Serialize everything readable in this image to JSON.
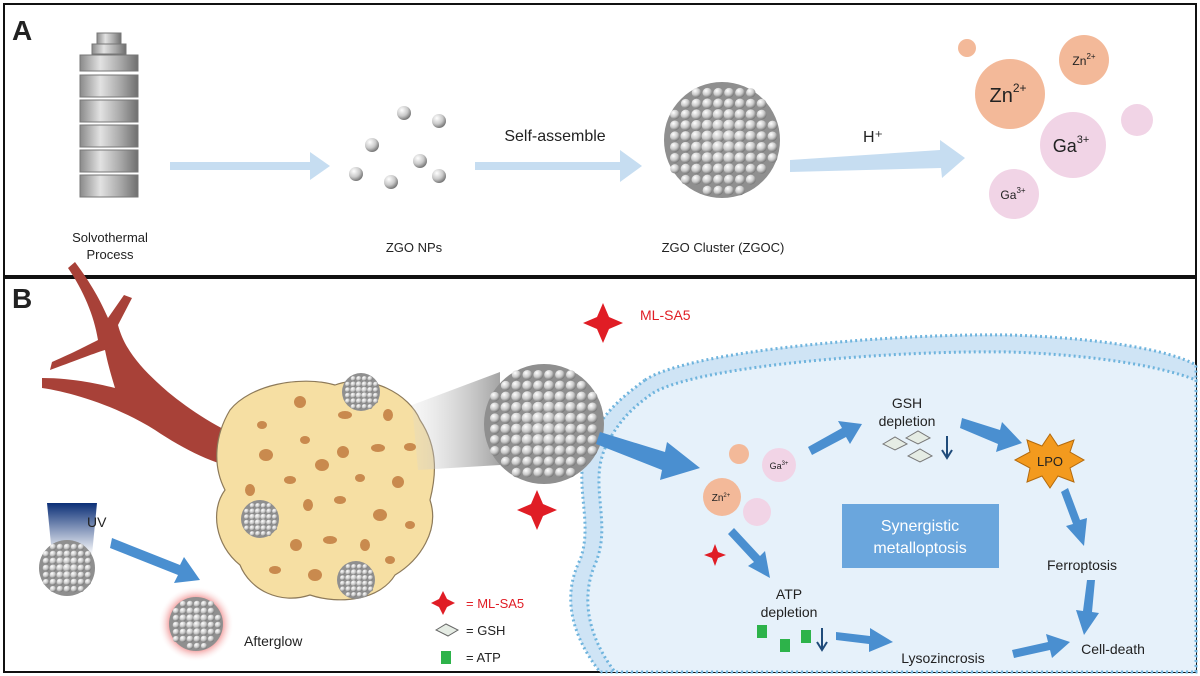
{
  "panel_a": {
    "letter": "A",
    "steps": [
      {
        "label_line1": "Solvothermal",
        "label_line2": "Process"
      },
      {
        "label_line1": "ZGO NPs"
      },
      {
        "label_line1": "ZGO Cluster (ZGOC)"
      }
    ],
    "arrow_labels": [
      "Self-assemble",
      "H⁺"
    ],
    "ions": [
      {
        "base": "Zn",
        "charge": "2+"
      },
      {
        "base": "Zn",
        "charge": "2+"
      },
      {
        "base": "Ga",
        "charge": "3+"
      },
      {
        "base": "Ga",
        "charge": "3+"
      }
    ]
  },
  "panel_b": {
    "letter": "B",
    "uv_label": "UV",
    "afterglow_label": "Afterglow",
    "ml_sa5_label": "ML-SA5",
    "cell": {
      "zn_ion": {
        "base": "Zn",
        "charge": "2+"
      },
      "ga_ion": {
        "base": "Ga",
        "charge": "3+"
      },
      "gsh_depletion": [
        "GSH",
        "depletion"
      ],
      "atp_depletion": [
        "ATP",
        "depletion"
      ],
      "lpo": "LPO",
      "ferroptosis": "Ferroptosis",
      "lysozincrosis": "Lysozincrosis",
      "cell_death": "Cell-death",
      "center_box": [
        "Synergistic",
        "metalloptosis"
      ]
    },
    "legend": [
      {
        "symbol": "star-icon",
        "text": "= ML-SA5",
        "color": "#e01d25"
      },
      {
        "symbol": "diamond-icon",
        "text": "= GSH",
        "color": "#333333"
      },
      {
        "symbol": "square-icon",
        "text": "= ATP",
        "color": "#333333"
      }
    ]
  },
  "colors": {
    "arrow_light": "#b9d6ee",
    "arrow_blue": "#4a8fd0",
    "zn_ion": "#f3b999",
    "ga_ion": "#f1d4e6",
    "star_red": "#e01d25",
    "cell_fill": "#dcecf8",
    "tumor": "#f6dfa3",
    "vessel": "#a84138",
    "atp_green": "#2db34a",
    "lpo_orange": "#f39a1e",
    "box_blue": "#5b9bd9"
  }
}
